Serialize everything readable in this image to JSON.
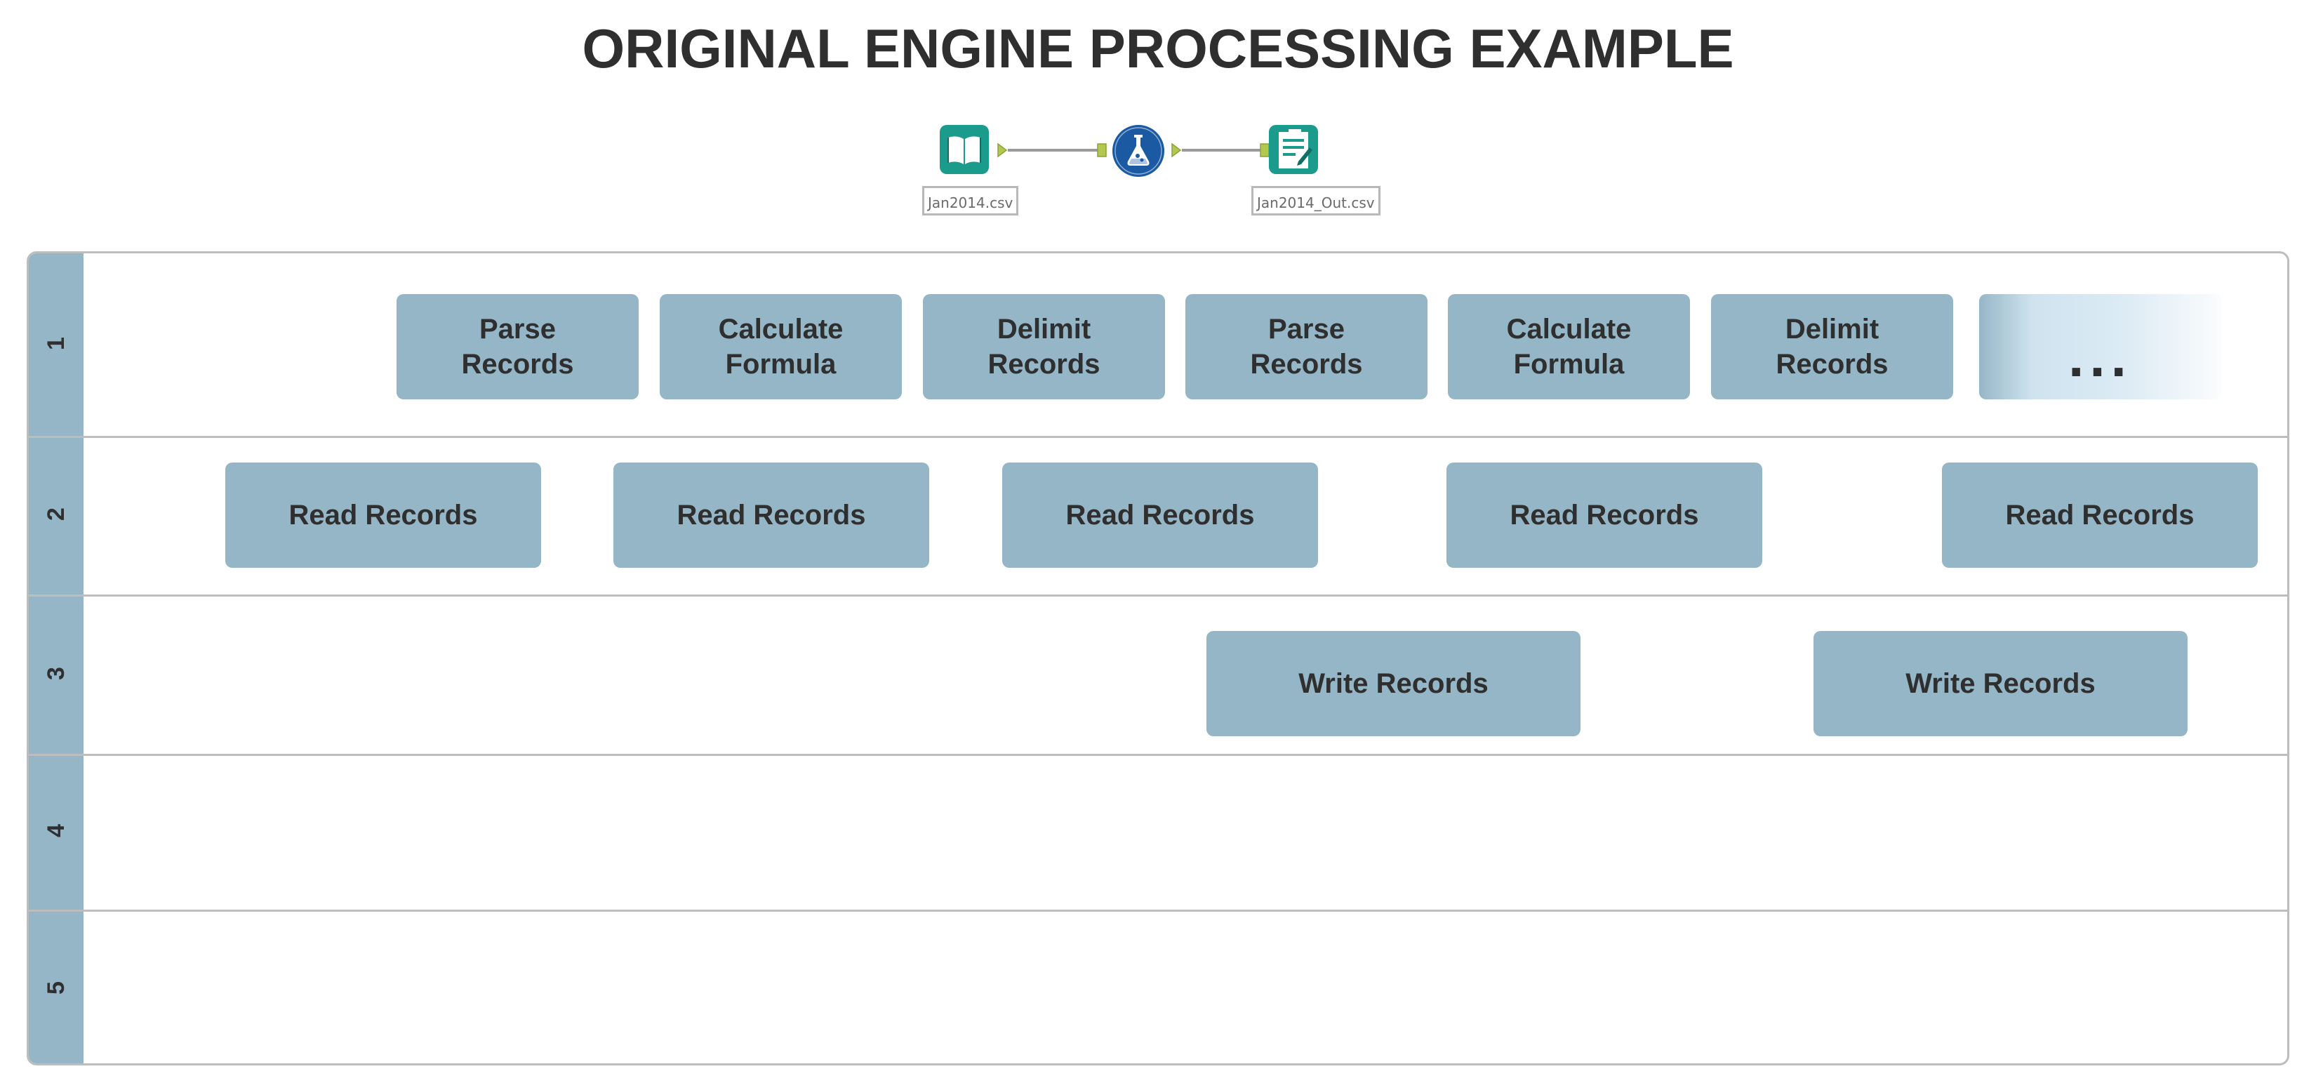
{
  "title": "ORIGINAL ENGINE PROCESSING EXAMPLE",
  "workflow": {
    "input_tool": {
      "icon": "book-open-icon",
      "caption": "Jan2014.csv",
      "color": "#1a9b8c"
    },
    "formula_tool": {
      "icon": "flask-icon",
      "color": "#1b5aa3"
    },
    "output_tool": {
      "icon": "document-edit-icon",
      "caption": "Jan2014_Out.csv",
      "color": "#1a9b8c"
    },
    "connector_port_color": "#b3c94d"
  },
  "lanes": {
    "numbers": [
      "1",
      "2",
      "3",
      "4",
      "5"
    ],
    "lane1": [
      "Parse\nRecords",
      "Calculate\nFormula",
      "Delimit\nRecords",
      "Parse\nRecords",
      "Calculate\nFormula",
      "Delimit\nRecords",
      "..."
    ],
    "lane2": [
      "Read Records",
      "Read Records",
      "Read Records",
      "Read Records",
      "Read Records"
    ],
    "lane3": [
      "Write Records",
      "Write Records"
    ]
  },
  "colors": {
    "box": "#95b6c7",
    "sidebar": "#95b6c7",
    "text": "#2f2f2f",
    "border": "#bdbdbd"
  }
}
